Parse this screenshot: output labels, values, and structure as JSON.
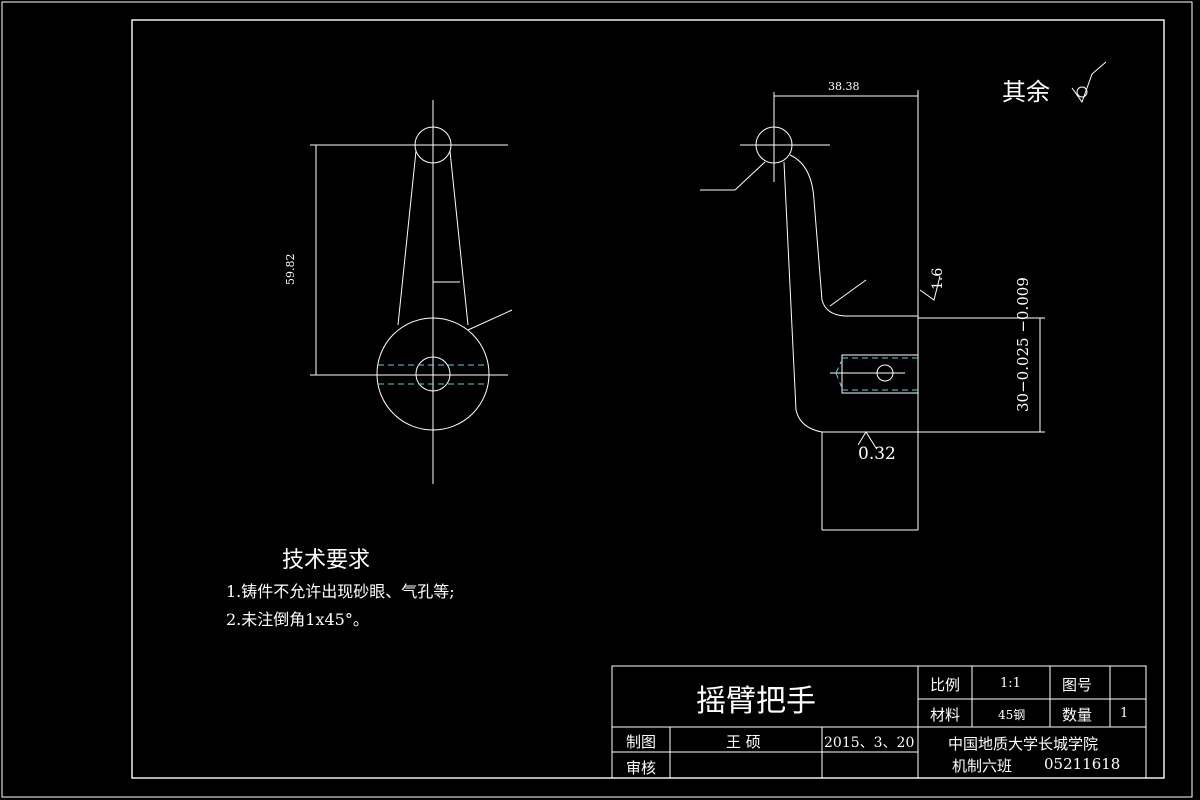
{
  "drawing": {
    "roughness_note": "其余",
    "dimensions": {
      "front_height": "59.82",
      "side_width": "38.38",
      "roughness_side": "1.6",
      "roughness_bottom": "0.32",
      "tolerance_vertical": "30−0.025 −0.009"
    }
  },
  "requirements": {
    "heading": "技术要求",
    "items": [
      "1.铸件不允许出现砂眼、气孔等;",
      "2.未注倒角1x45°。"
    ]
  },
  "title_block": {
    "part_name": "摇臂把手",
    "scale_label": "比例",
    "scale_value": "1:1",
    "drawing_no_label": "图号",
    "drawing_no_value": "",
    "material_label": "材料",
    "material_value": "45钢",
    "quantity_label": "数量",
    "quantity_value": "1",
    "drawn_by_label": "制图",
    "drawn_by_value": "王 硕",
    "date": "2015、3、20",
    "checked_label": "审核",
    "checked_value": "",
    "school": "中国地质大学长城学院",
    "class_info": "机制六班",
    "student_id": "05211618"
  },
  "colors": {
    "line": "#ffffff",
    "hidden_line": "#5fd0e0",
    "background": "#000000"
  }
}
